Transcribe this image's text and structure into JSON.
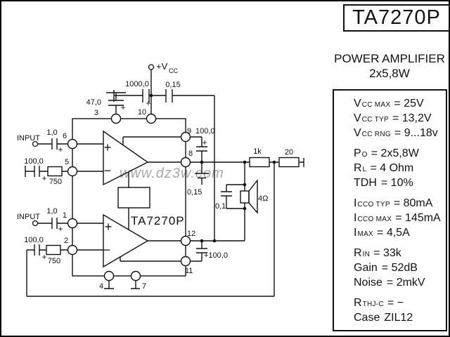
{
  "header": {
    "part_number": "TA7270P",
    "subtitle": "POWER AMPLIFIER",
    "power_rating": "2x5,8W"
  },
  "specs": {
    "lines": [
      {
        "pre": "V",
        "sub": "CC MAX",
        "post": "= 25V"
      },
      {
        "pre": "V",
        "sub": "CC TYP",
        "post": "= 13,2V"
      },
      {
        "pre": "V",
        "sub": "CC RNG",
        "post": "= 9...18v"
      },
      {
        "pre": "P",
        "sub": "O",
        "post": "= 2x5,8W"
      },
      {
        "pre": "R",
        "sub": "L",
        "post": "= 4 Ohm"
      },
      {
        "pre": "TDH",
        "sub": "",
        "post": "= 10%"
      },
      {
        "pre": "I",
        "sub": "CCO TYP",
        "post": "= 80mA"
      },
      {
        "pre": "I",
        "sub": "CCO MAX",
        "post": "= 145mA"
      },
      {
        "pre": "I",
        "sub": "MAX",
        "post": "= 4,5A"
      },
      {
        "pre": "R",
        "sub": "IN",
        "post": "= 33k"
      },
      {
        "pre": "Gain",
        "sub": "",
        "post": "= 52dB"
      },
      {
        "pre": "Noise",
        "sub": "",
        "post": "= 2mkV"
      },
      {
        "pre": "R",
        "sub": "THJ-C",
        "post": "= −"
      },
      {
        "pre": "Case",
        "sub": "",
        "post": "ZIL12"
      }
    ]
  },
  "schematic": {
    "watermark": "www.dz3w.com",
    "labels": {
      "ic_name": "TA7270P",
      "input_top": "INPUT",
      "input_bottom": "INPUT",
      "c_in_top": "1,0",
      "c_in_bottom": "1,0",
      "c_nfb_top": "100,0",
      "c_nfb_bottom": "100,0",
      "r_nfb_top": "750",
      "r_nfb_bottom": "750",
      "c_ripple": "47,0",
      "c_supply": "1000,0",
      "c_supply_hf": "0,15",
      "c_out_hf": "0,15",
      "c_speaker": "0,1",
      "c_boot_top": "100,0",
      "c_boot_bottom": "+100,0",
      "r_series": "1k",
      "r_load": "20",
      "speaker_impedance": "4Ω",
      "vcc": "+V",
      "vcc_sub": "CC",
      "plus": "+",
      "minus": "−",
      "pins": {
        "p1": "1",
        "p2": "2",
        "p3": "3",
        "p4": "4",
        "p5": "5",
        "p6": "6",
        "p7": "7",
        "p8": "8",
        "p9": "9",
        "p10": "10",
        "p11": "11",
        "p12": "12"
      }
    }
  },
  "colors": {
    "wire": "#111111",
    "watermark": "#a9a9a9",
    "background": "#ffffff"
  }
}
